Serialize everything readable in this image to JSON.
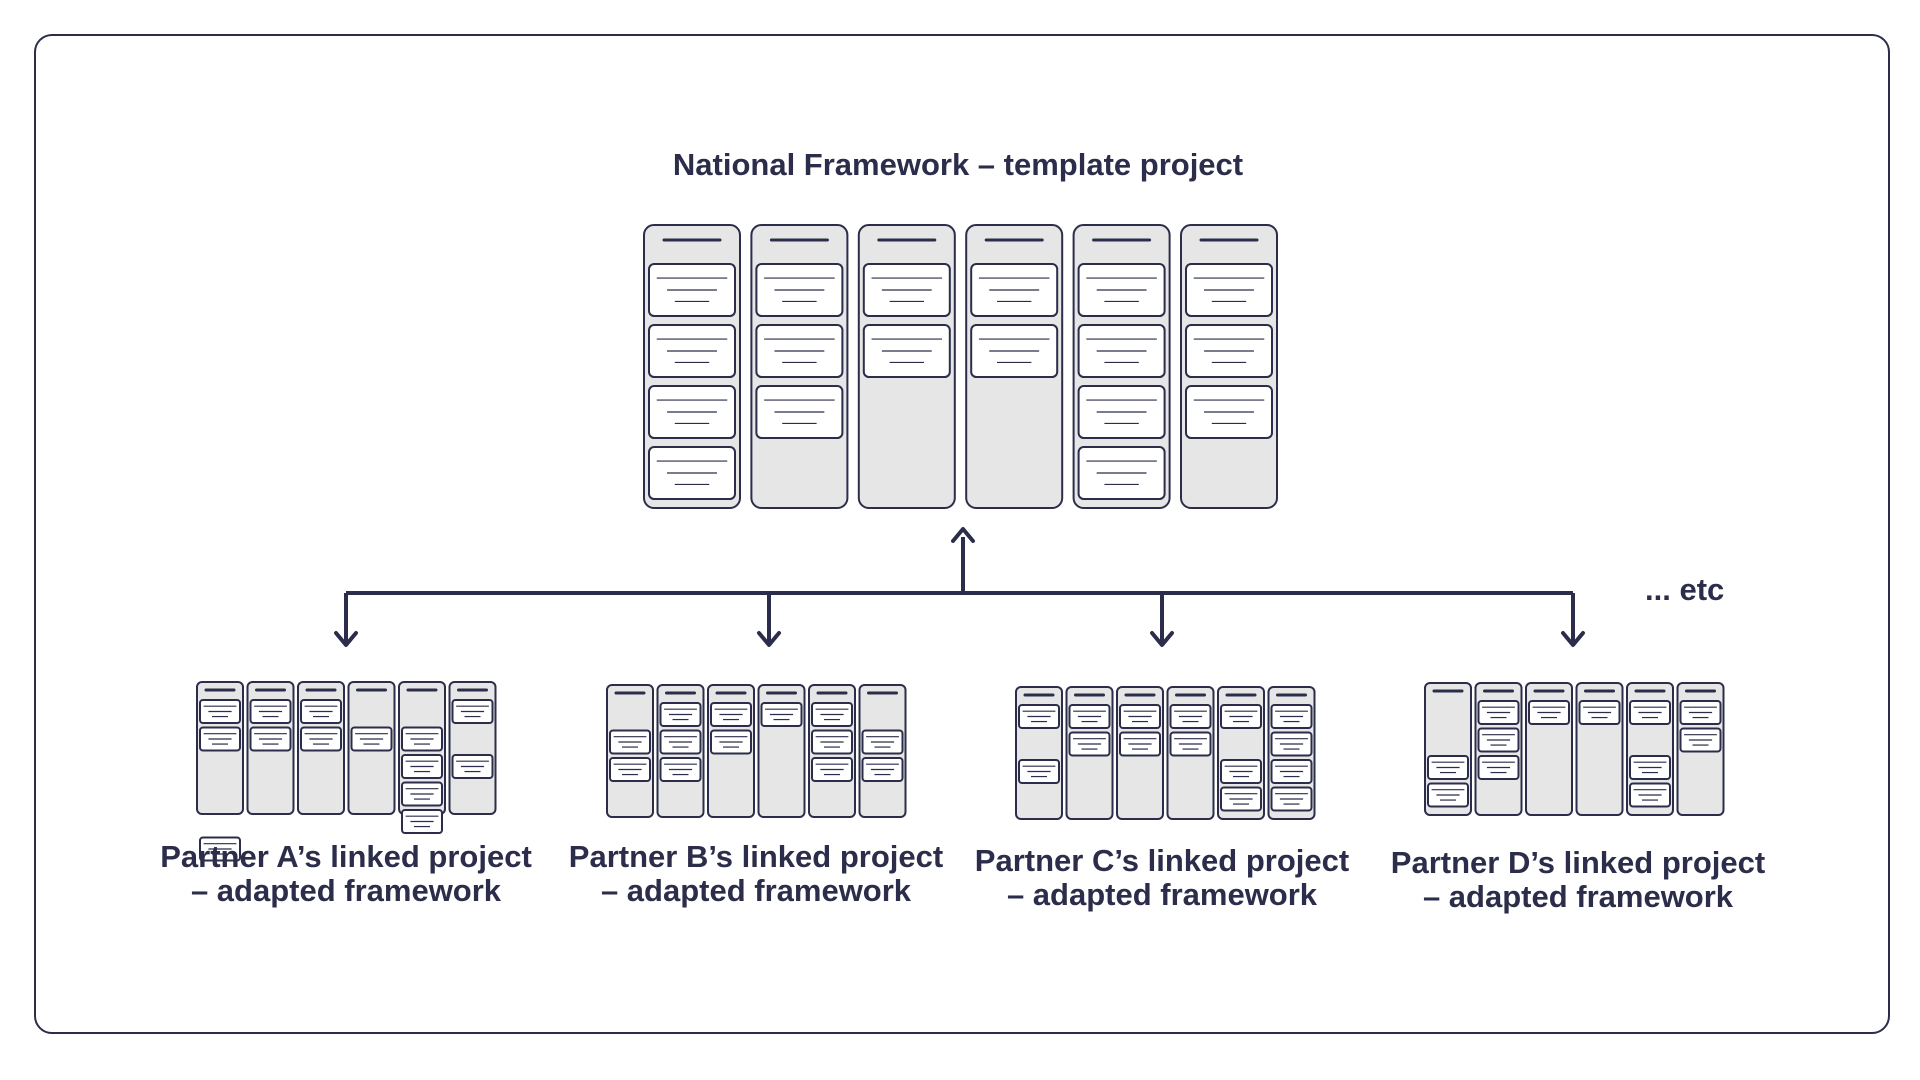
{
  "diagram": {
    "title": "National Framework – template project",
    "etc_label": "... etc",
    "template_columns": [
      4,
      3,
      2,
      2,
      4,
      3
    ],
    "partners": [
      {
        "line1": "Partner A’s linked project",
        "line2": "– adapted framework",
        "columns": [
          [
            1,
            2,
            6
          ],
          [
            1,
            2
          ],
          [
            1,
            2
          ],
          [
            2
          ],
          [
            2,
            3,
            4,
            5
          ],
          [
            1,
            3
          ]
        ]
      },
      {
        "line1": "Partner B’s linked project",
        "line2": "– adapted framework",
        "columns": [
          [
            2,
            3
          ],
          [
            1,
            2,
            3
          ],
          [
            1,
            2
          ],
          [
            1
          ],
          [
            1,
            2,
            3
          ],
          [
            2,
            3
          ]
        ]
      },
      {
        "line1": "Partner C’s linked project",
        "line2": "– adapted framework",
        "columns": [
          [
            1,
            3
          ],
          [
            1,
            2
          ],
          [
            1,
            2
          ],
          [
            1,
            2
          ],
          [
            1,
            3,
            4
          ],
          [
            1,
            2,
            3,
            4
          ]
        ]
      },
      {
        "line1": "Partner D’s linked project",
        "line2": "– adapted framework",
        "columns": [
          [
            3,
            4
          ],
          [
            1,
            2,
            3
          ],
          [
            1
          ],
          [
            1
          ],
          [
            1,
            3,
            4
          ],
          [
            1,
            2
          ]
        ]
      }
    ]
  }
}
